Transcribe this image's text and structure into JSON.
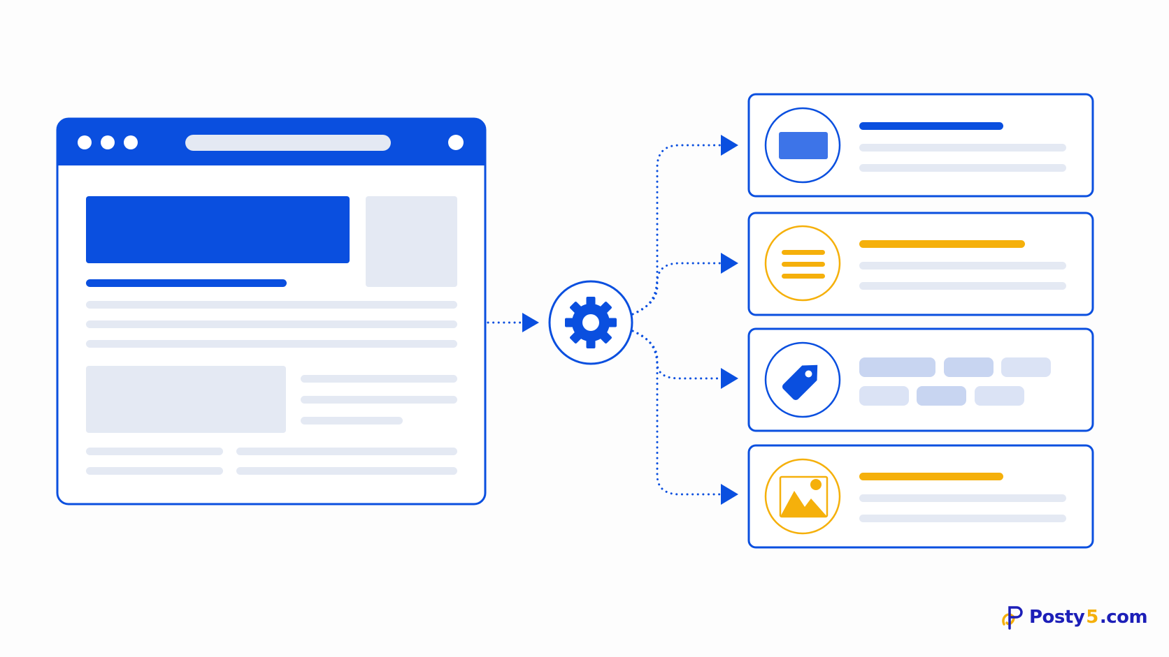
{
  "colors": {
    "primary": "#0a4fdf",
    "accent": "#f5b00b",
    "light": "#e4e9f3",
    "chip": "#c8d5f1",
    "card_icon_blue": "#3d74e8",
    "background": "#fdfdfd"
  },
  "processor": {
    "icon": "gear-icon"
  },
  "output_cards": [
    {
      "icon": "rectangle-icon",
      "accent": "blue"
    },
    {
      "icon": "text-lines-icon",
      "accent": "yellow"
    },
    {
      "icon": "tag-icon",
      "accent": "blue"
    },
    {
      "icon": "image-icon",
      "accent": "yellow"
    }
  ],
  "watermark": {
    "prefix": "Posty",
    "digit": "5",
    "suffix": ".com",
    "icon": "logo-mark-icon"
  }
}
